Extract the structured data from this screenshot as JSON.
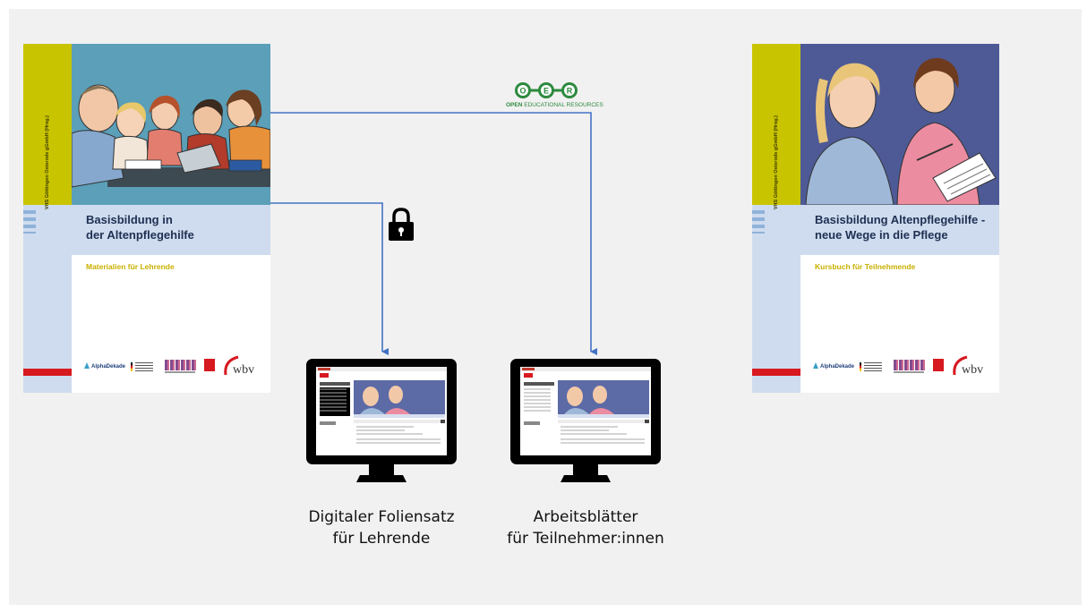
{
  "diagram": {
    "left_book": {
      "title_lines": [
        "Basisbildung in",
        "der Altenpflegehilfe"
      ],
      "subtitle": "Materialien für Lehrende",
      "spine": "VHS Göttingen Osterode gGmbH (Hrsg.)",
      "logo_alpha": "AlphaDekade",
      "illustration": "group-learning-illustration"
    },
    "right_book": {
      "title_lines": [
        "Basisbildung Altenpflegehilfe -",
        "neue Wege in die Pflege"
      ],
      "subtitle": "Kursbuch für Teilnehmende",
      "spine": "VHS Göttingen Osterode gGmbH (Hrsg.)",
      "logo_alpha": "AlphaDekade",
      "illustration": "nurse-and-caregiver-illustration"
    },
    "oer": {
      "letters": [
        "O",
        "E",
        "R"
      ],
      "label_bold": "OPEN",
      "label_rest": " EDUCATIONAL RESOURCES"
    },
    "monitor_left": {
      "caption_lines": [
        "Digitaler Foliensatz",
        "für Lehrende"
      ]
    },
    "monitor_right": {
      "caption_lines": [
        "Arbeitsblätter",
        "für Teilnehmer:innen"
      ]
    },
    "colors": {
      "connector": "#4472c4",
      "oer_green": "#2d8a3e",
      "cover_yellow": "#c9c400",
      "cover_blue": "#cfdcef",
      "title_navy": "#1f2f52",
      "accent_red": "#d71920"
    }
  }
}
